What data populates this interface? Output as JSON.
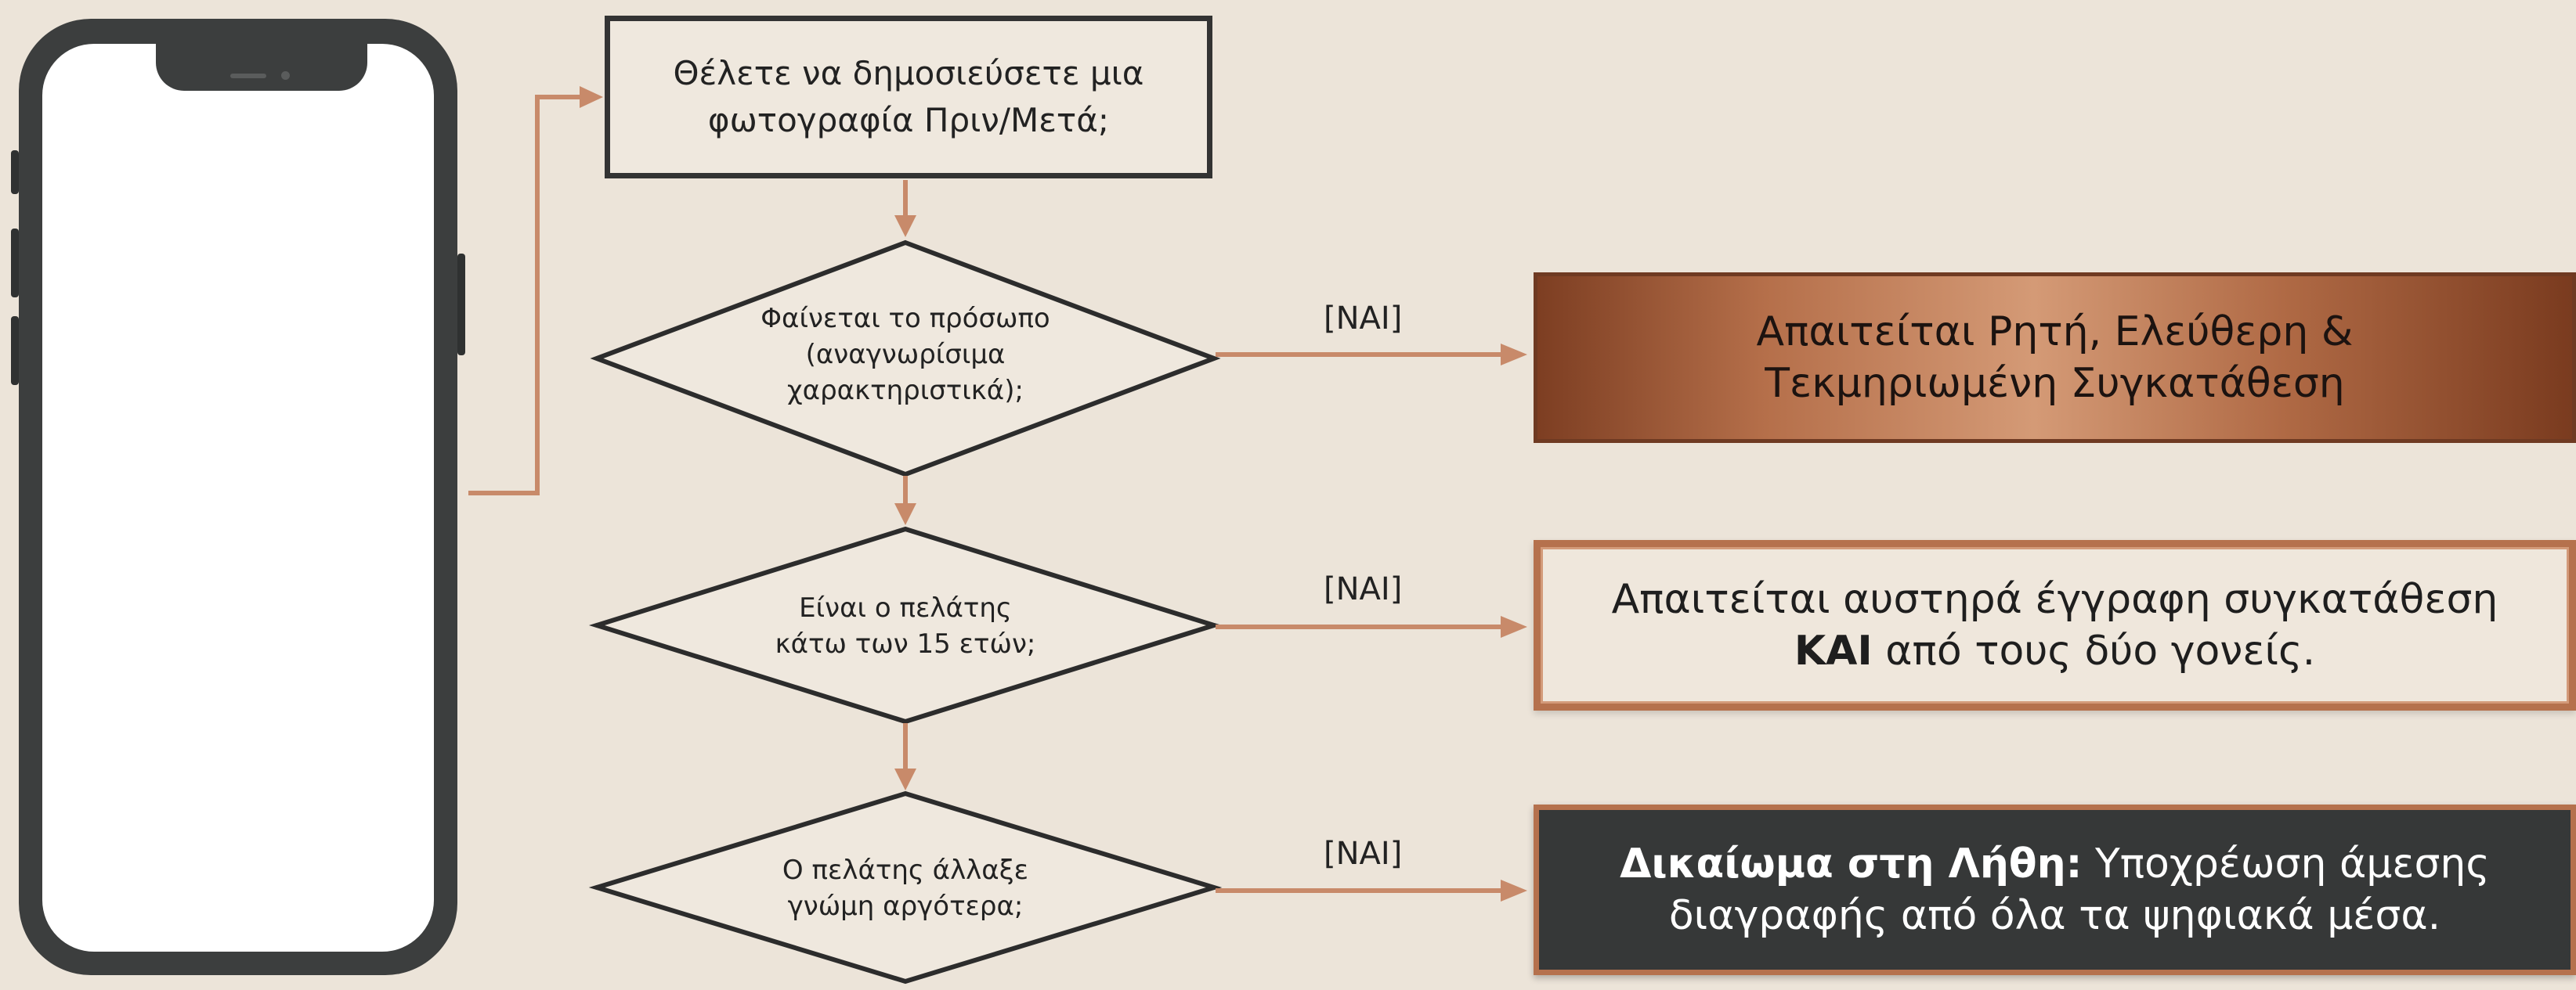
{
  "start": {
    "line1": "Θέλετε να δημοσιεύσετε μια",
    "line2": "φωτογραφία Πριν/Μετά;"
  },
  "decisions": [
    {
      "lines": [
        "Φαίνεται το πρόσωπο",
        "(αναγνωρίσιμα",
        "χαρακτηριστικά);"
      ],
      "branch": "[ΝΑΙ]"
    },
    {
      "lines": [
        "Είναι ο πελάτης",
        "κάτω των 15 ετών;"
      ],
      "branch": "[ΝΑΙ]"
    },
    {
      "lines": [
        "Ο πελάτης άλλαξε",
        "γνώμη αργότερα;"
      ],
      "branch": "[ΝΑΙ]"
    }
  ],
  "results": [
    {
      "line1": "Απαιτείται Ρητή, Ελεύθερη &",
      "line2": "Τεκμηριωμένη Συγκατάθεση"
    },
    {
      "line1": "Απαιτείται αυστηρά έγγραφη συγκατάθεση",
      "line2_bold": "ΚΑΙ",
      "line2_rest": " από τους δύο γονείς."
    },
    {
      "line1_bold": "Δικαίωμα στη Λήθη:",
      "line1_rest": " Υποχρέωση άμεσης",
      "line2": "διαγραφής από όλα τα ψηφιακά μέσα."
    }
  ],
  "colors": {
    "background": "#ece4d9",
    "arrow": "#c88a6a",
    "outline": "#333333",
    "copper": "#b56f4a",
    "dark_box": "#363838"
  },
  "icons": {
    "phone": "smartphone-icon"
  }
}
